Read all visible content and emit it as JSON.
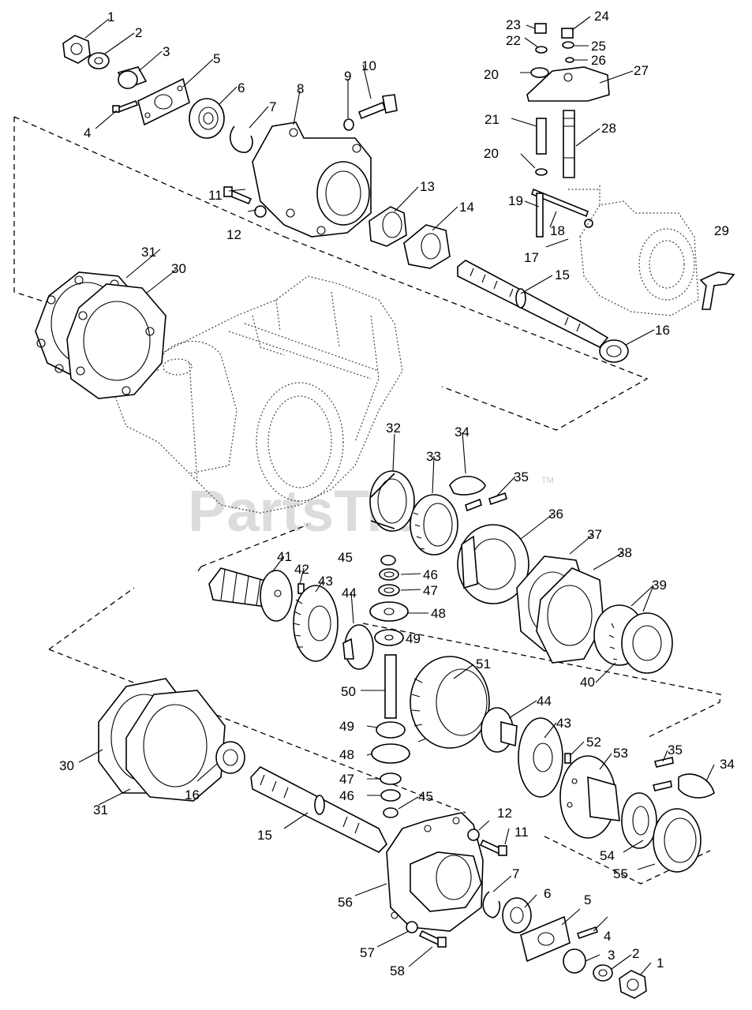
{
  "watermark": {
    "text": "PartsTree",
    "trademark": "TM"
  },
  "callouts": {
    "c1a": "1",
    "c2a": "2",
    "c3a": "3",
    "c4a": "4",
    "c5a": "5",
    "c6a": "6",
    "c7a": "7",
    "c8": "8",
    "c9": "9",
    "c10": "10",
    "c11a": "11",
    "c12a": "12",
    "c13": "13",
    "c14": "14",
    "c15a": "15",
    "c16a": "16",
    "c17": "17",
    "c18": "18",
    "c19": "19",
    "c20a": "20",
    "c20b": "20",
    "c21": "21",
    "c22": "22",
    "c23": "23",
    "c24": "24",
    "c25": "25",
    "c26": "26",
    "c27": "27",
    "c28": "28",
    "c29": "29",
    "c30a": "30",
    "c31a": "31",
    "c32": "32",
    "c33": "33",
    "c34a": "34",
    "c35a": "35",
    "c36": "36",
    "c37": "37",
    "c38": "38",
    "c39": "39",
    "c40": "40",
    "c41": "41",
    "c42": "42",
    "c43a": "43",
    "c44a": "44",
    "c45a": "45",
    "c46a": "46",
    "c47a": "47",
    "c48a": "48",
    "c49a": "49",
    "c50": "50",
    "c51": "51",
    "c44b": "44",
    "c43b": "43",
    "c52": "52",
    "c53": "53",
    "c35b": "35",
    "c34b": "34",
    "c49b": "49",
    "c48b": "48",
    "c47b": "47",
    "c46b": "46",
    "c45b": "45",
    "c30b": "30",
    "c31b": "31",
    "c16b": "16",
    "c15b": "15",
    "c54": "54",
    "c55": "55",
    "c12b": "12",
    "c11b": "11",
    "c56": "56",
    "c7b": "7",
    "c6b": "6",
    "c5b": "5",
    "c4b": "4",
    "c3b": "3",
    "c2b": "2",
    "c1b": "1",
    "c57": "57",
    "c58": "58"
  }
}
